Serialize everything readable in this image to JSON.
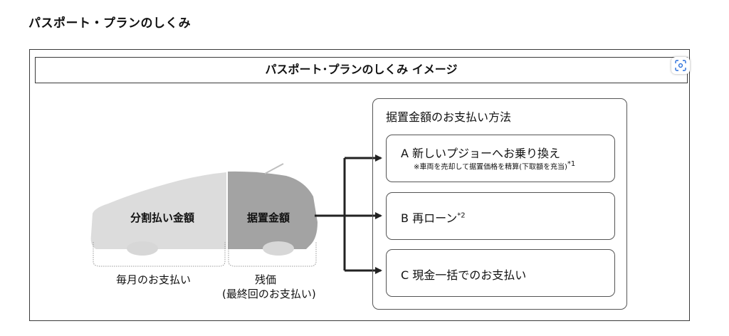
{
  "page": {
    "title": "パスポート・プランのしくみ"
  },
  "diagram": {
    "header": "パスポート･プランのしくみ イメージ",
    "car": {
      "installment_label": "分割払い金額",
      "deferred_label": "据置金額",
      "monthly_label": "毎月のお支払い",
      "residual_label": "残価",
      "residual_sub_label": "(最終回のお支払い)",
      "colors": {
        "installment": "#dcdcdc",
        "deferred": "#a3a3a3",
        "wheel": "#d7d7d7"
      }
    },
    "panel": {
      "title": "据置金額のお支払い方法",
      "options": [
        {
          "text": "A 新しいプジョーへお乗り換え",
          "note": "※車両を売却して据置価格を精算(下取額を充当)",
          "sup": "*1"
        },
        {
          "text": "B 再ローン",
          "note": "",
          "sup": "*2"
        },
        {
          "text": "C 現金一括でのお支払い",
          "note": "",
          "sup": ""
        }
      ]
    },
    "icons": {
      "scan": "scan-icon"
    }
  }
}
